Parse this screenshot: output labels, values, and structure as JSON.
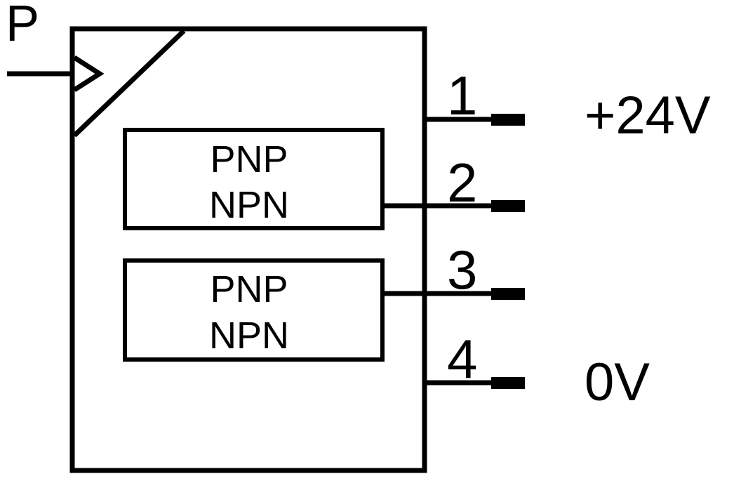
{
  "diagram": {
    "title": "Sensor output pin connection schematic",
    "type": "electrical-schematic",
    "background_color": "#ffffff",
    "line_color": "#000000"
  },
  "sensor_body": {
    "name": "sensor-housing",
    "input_label": "P",
    "input_symbol": "open-triangle-arrow-right",
    "diagonal_marker": "beam-path-diagonal"
  },
  "output_stages": [
    {
      "id": "stage-1",
      "line_1": "PNP",
      "line_2": "NPN",
      "connects_to_pin": "2"
    },
    {
      "id": "stage-2",
      "line_1": "PNP",
      "line_2": "NPN",
      "connects_to_pin": "3"
    }
  ],
  "pins": [
    {
      "number": "1",
      "supply_label": "+24V",
      "has_supply_label": true
    },
    {
      "number": "2",
      "supply_label": "",
      "has_supply_label": false
    },
    {
      "number": "3",
      "supply_label": "",
      "has_supply_label": false
    },
    {
      "number": "4",
      "supply_label": "0V",
      "has_supply_label": true
    }
  ],
  "supply_labels": {
    "positive": "+24V",
    "ground": "0V"
  }
}
